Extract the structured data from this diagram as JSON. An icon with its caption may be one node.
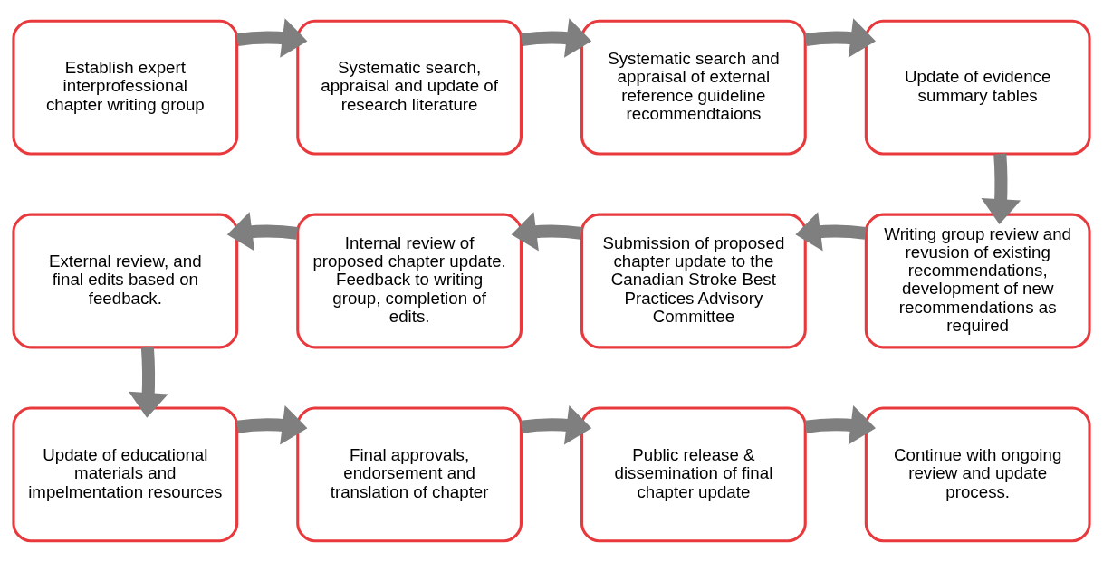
{
  "diagram": {
    "nodes": [
      {
        "text": [
          "Establish expert interprofessional chapter writing group"
        ]
      },
      {
        "text": [
          "Systematic search, appraisal and update of research literature"
        ]
      },
      {
        "text": [
          "Systematic search and appraisal of external reference guideline recommendtaions"
        ]
      },
      {
        "text": [
          "Update of evidence summary tables"
        ]
      },
      {
        "text": [
          "External review, and final edits based on feedback."
        ]
      },
      {
        "text": [
          "Internal review of proposed chapter update. Feedback to writing group, completion of edits."
        ]
      },
      {
        "text": [
          "Submission of proposed chapter update to the Canadian Stroke Best Practices Advisory Committee"
        ]
      },
      {
        "text": [
          "Writing group review and revusion of existing recommendations, development of new recommendations as required"
        ]
      },
      {
        "text": [
          "Update of educational materials and impelmentation resources"
        ]
      },
      {
        "text": [
          "Final approvals, endorsement and translation of chapter"
        ]
      },
      {
        "text": [
          "Public release & dissemination of final chapter update"
        ]
      },
      {
        "text": [
          "Continue with ongoing review and update process."
        ]
      }
    ],
    "edges": [
      {
        "from": 0,
        "to": 1,
        "arrow": "to"
      },
      {
        "from": 1,
        "to": 2,
        "arrow": "to"
      },
      {
        "from": 2,
        "to": 3,
        "arrow": "to"
      },
      {
        "from": 3,
        "to": 7,
        "arrow": "to"
      },
      {
        "from": 7,
        "to": 6,
        "arrow": "to"
      },
      {
        "from": 6,
        "to": 5,
        "arrow": "to"
      },
      {
        "from": 5,
        "to": 4,
        "arrow": "to"
      },
      {
        "from": 4,
        "to": 8,
        "arrow": "to"
      },
      {
        "from": 8,
        "to": 9,
        "arrow": "to"
      },
      {
        "from": 9,
        "to": 10,
        "arrow": "to"
      },
      {
        "from": 10,
        "to": 11,
        "arrow": "to"
      }
    ]
  }
}
